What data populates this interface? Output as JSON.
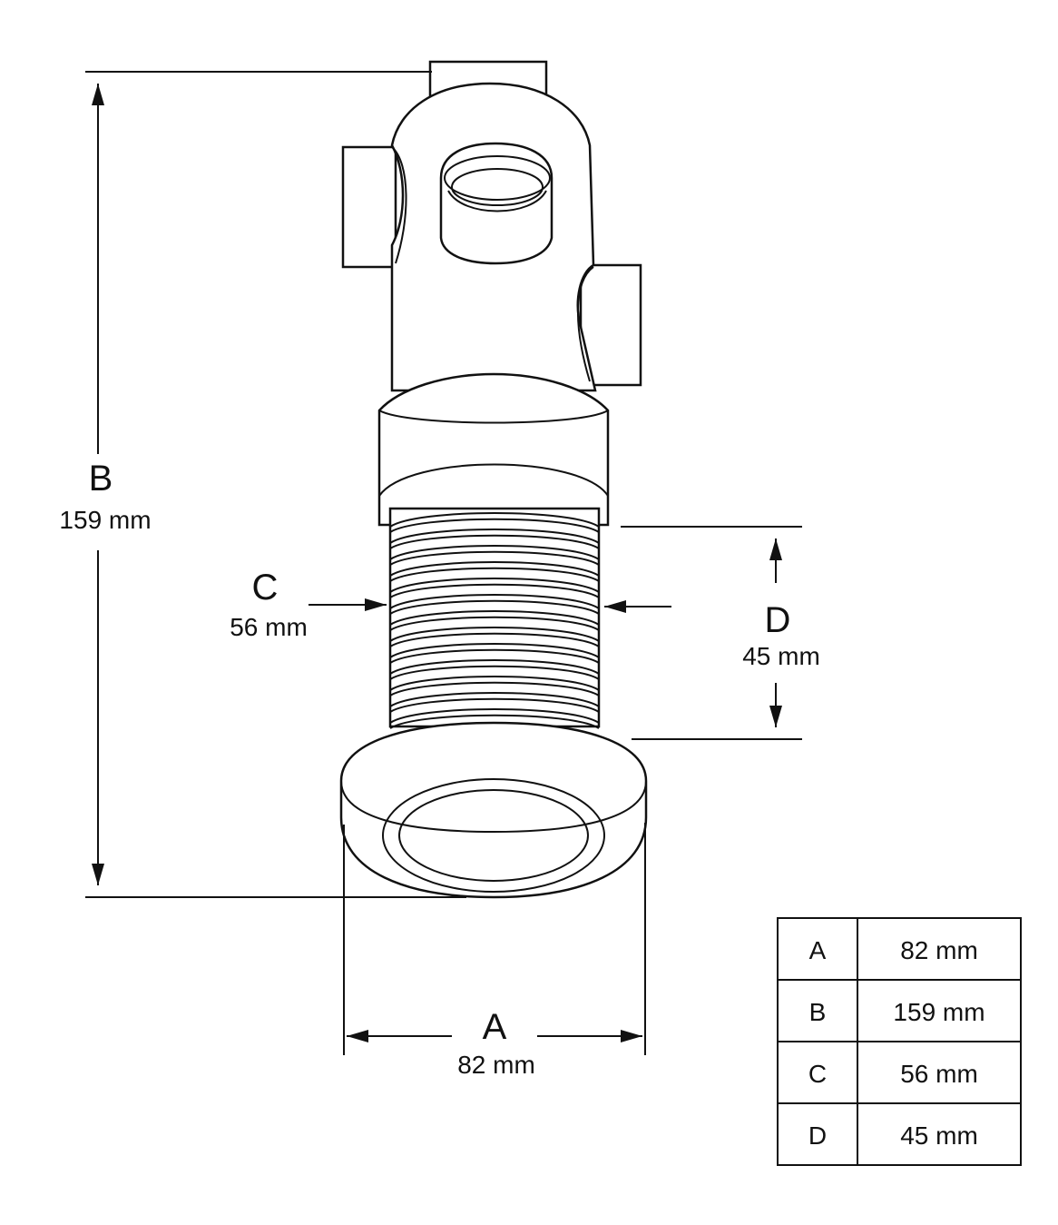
{
  "dimensions": {
    "A": {
      "letter": "A",
      "value": "82 mm"
    },
    "B": {
      "letter": "B",
      "value": "159 mm"
    },
    "C": {
      "letter": "C",
      "value": "56 mm"
    },
    "D": {
      "letter": "D",
      "value": "45 mm"
    }
  },
  "table": {
    "rows": [
      {
        "label": "A",
        "value": "82 mm"
      },
      {
        "label": "B",
        "value": "159 mm"
      },
      {
        "label": "C",
        "value": "56 mm"
      },
      {
        "label": "D",
        "value": "45 mm"
      }
    ]
  }
}
